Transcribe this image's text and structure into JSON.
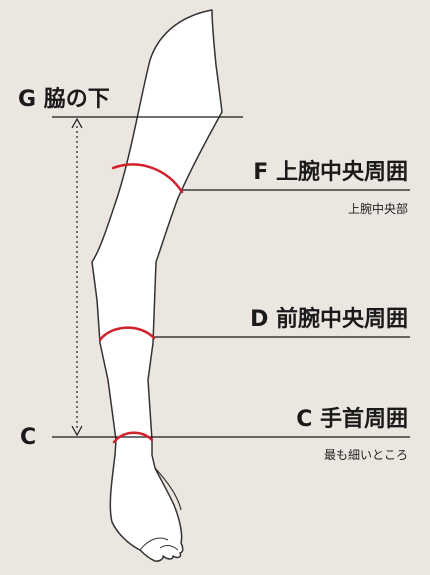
{
  "colors": {
    "background": "#ece6e1",
    "arm_fill": "#ffffff",
    "arm_stroke": "#333333",
    "circumference_line": "#d0202a",
    "guide_line": "#1a1a1a"
  },
  "labels": {
    "g": {
      "title": "G 脇の下"
    },
    "c_left": {
      "title": "C"
    },
    "f": {
      "title": "F 上腕中央周囲",
      "sub": "上腕中央部"
    },
    "d": {
      "title": "D 前腕中央周囲"
    },
    "c": {
      "title": "C 手首周囲",
      "sub": "最も細いところ"
    }
  }
}
